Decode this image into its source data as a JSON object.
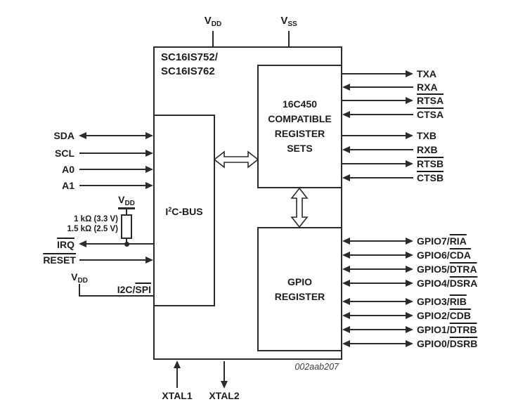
{
  "diagram": {
    "title_line1": "SC16IS752/",
    "title_line2": "SC16IS762",
    "figure_id": "002aab207"
  },
  "colors": {
    "line": "#2b2b2b",
    "text": "#1d1d1d",
    "background": "#ffffff"
  },
  "blocks": {
    "i2c_bus": {
      "pre": "I",
      "sup": "2",
      "post": "C-BUS"
    },
    "uart": {
      "lines": [
        "16C450",
        "COMPATIBLE",
        "REGISTER",
        "SETS"
      ]
    },
    "gpio": {
      "lines": [
        "GPIO",
        "REGISTER"
      ]
    }
  },
  "power": {
    "vdd_top": {
      "main": "V",
      "sub": "DD"
    },
    "vss_top": {
      "main": "V",
      "sub": "SS"
    },
    "vdd_pullup": {
      "main": "V",
      "sub": "DD"
    },
    "vdd_mode": {
      "main": "V",
      "sub": "DD"
    },
    "pullup_value_33": "1 kΩ (3.3 V)",
    "pullup_value_25": "1.5 kΩ (2.5 V)"
  },
  "left_pins": {
    "sda": "SDA",
    "scl": "SCL",
    "a0": "A0",
    "a1": "A1",
    "irq": "IRQ",
    "reset": "RESET",
    "mode_prefix": "I2C/",
    "mode_overlined": "SPI"
  },
  "uart_pins": [
    {
      "label": "TXA"
    },
    {
      "label": "RXA"
    },
    {
      "label": "RTSA"
    },
    {
      "label": "CTSA"
    },
    {
      "label": "TXB"
    },
    {
      "label": "RXB"
    },
    {
      "label": "RTSB"
    },
    {
      "label": "CTSB"
    }
  ],
  "gpio_pins": [
    {
      "prefix": "GPIO7/",
      "signal": "RIA"
    },
    {
      "prefix": "GPIO6/",
      "signal": "CDA"
    },
    {
      "prefix": "GPIO5/",
      "signal": "DTRA"
    },
    {
      "prefix": "GPIO4/",
      "signal": "DSRA"
    },
    {
      "prefix": "GPIO3/",
      "signal": "RIB"
    },
    {
      "prefix": "GPIO2/",
      "signal": "CDB"
    },
    {
      "prefix": "GPIO1/",
      "signal": "DTRB"
    },
    {
      "prefix": "GPIO0/",
      "signal": "DSRB"
    }
  ],
  "xtal_pins": {
    "xtal1": "XTAL1",
    "xtal2": "XTAL2"
  }
}
